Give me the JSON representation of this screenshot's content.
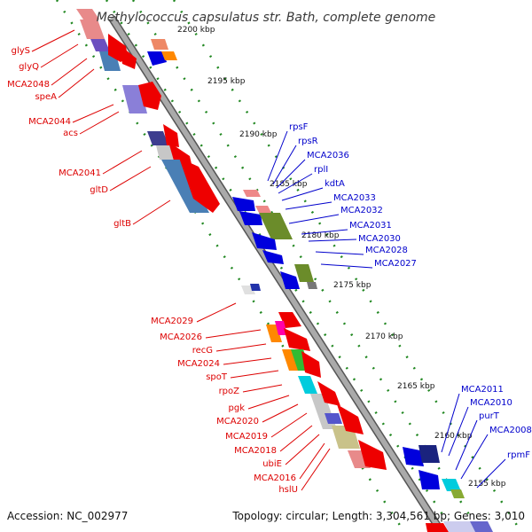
{
  "map": {
    "title": "Methylococcus capsulatus str. Bath, complete genome",
    "accession": "Accession: NC_002977",
    "summary": "Topology: circular; Length: 3,304,561 bp; Genes: 3,010",
    "colors": {
      "plus_strand": "#ee0000",
      "minus_strand": "#0000dd",
      "backbone": "#999999",
      "tick": "#228822",
      "label_red": "#dd0000",
      "label_blue": "#0000cc"
    },
    "ruler": [
      "2200 kbp",
      "2195 kbp",
      "2190 kbp",
      "2185 kbp",
      "2180 kbp",
      "2175 kbp",
      "2170 kbp",
      "2165 kbp",
      "2160 kbp",
      "2155 kbp"
    ],
    "left_genes": [
      "glyS",
      "glyQ",
      "MCA2048",
      "speA",
      "MCA2044",
      "acs",
      "MCA2041",
      "gltD",
      "gltB",
      "MCA2029",
      "MCA2026",
      "recG",
      "MCA2024",
      "spoT",
      "rpoZ",
      "pgk",
      "MCA2020",
      "MCA2019",
      "MCA2018",
      "ubiE",
      "MCA2016",
      "hslU"
    ],
    "right_genes": [
      "rpsF",
      "rpsR",
      "MCA2036",
      "rplI",
      "kdtA",
      "MCA2033",
      "MCA2032",
      "MCA2031",
      "MCA2030",
      "MCA2028",
      "MCA2027",
      "MCA2011",
      "MCA2010",
      "purT",
      "MCA2008",
      "rpmF"
    ]
  }
}
